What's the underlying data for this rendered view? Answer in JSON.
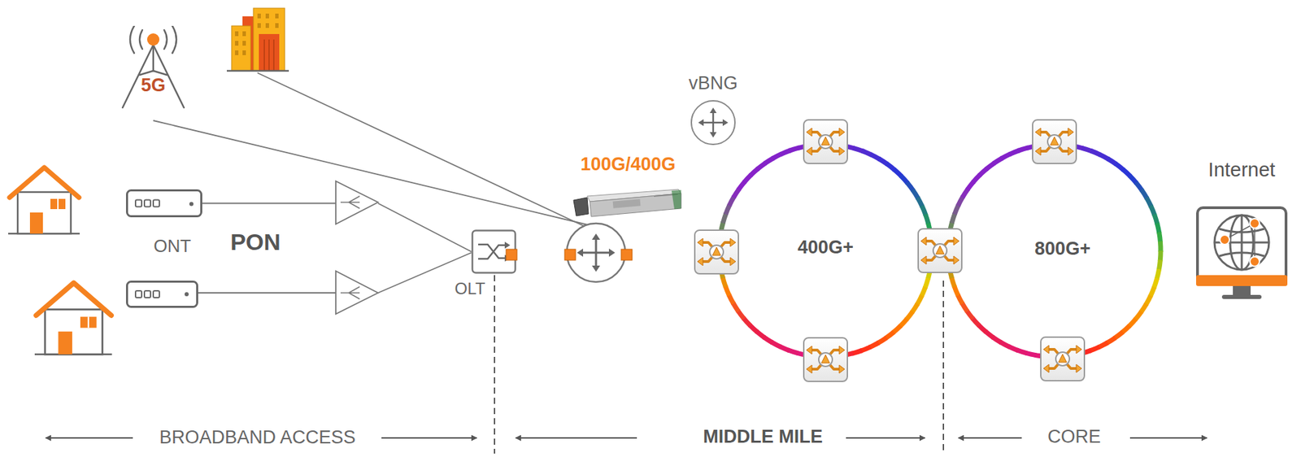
{
  "diagram": {
    "nodes": [
      {
        "text": [
          "5G"
        ]
      },
      {
        "text": [
          "ONT"
        ]
      },
      {
        "text": [
          "OLT"
        ]
      },
      {
        "text": [
          "vBNG"
        ]
      },
      {
        "text": [
          "400G+"
        ]
      },
      {
        "text": [
          "800G+"
        ]
      },
      {
        "text": [
          "Internet"
        ]
      }
    ],
    "edges": [
      {
        "from": 1,
        "to": 2,
        "arrow": "none"
      }
    ],
    "labels": [
      "PON",
      "100G/400G",
      "BROADBAND ACCESS",
      "MIDDLE MILE",
      "CORE"
    ]
  }
}
